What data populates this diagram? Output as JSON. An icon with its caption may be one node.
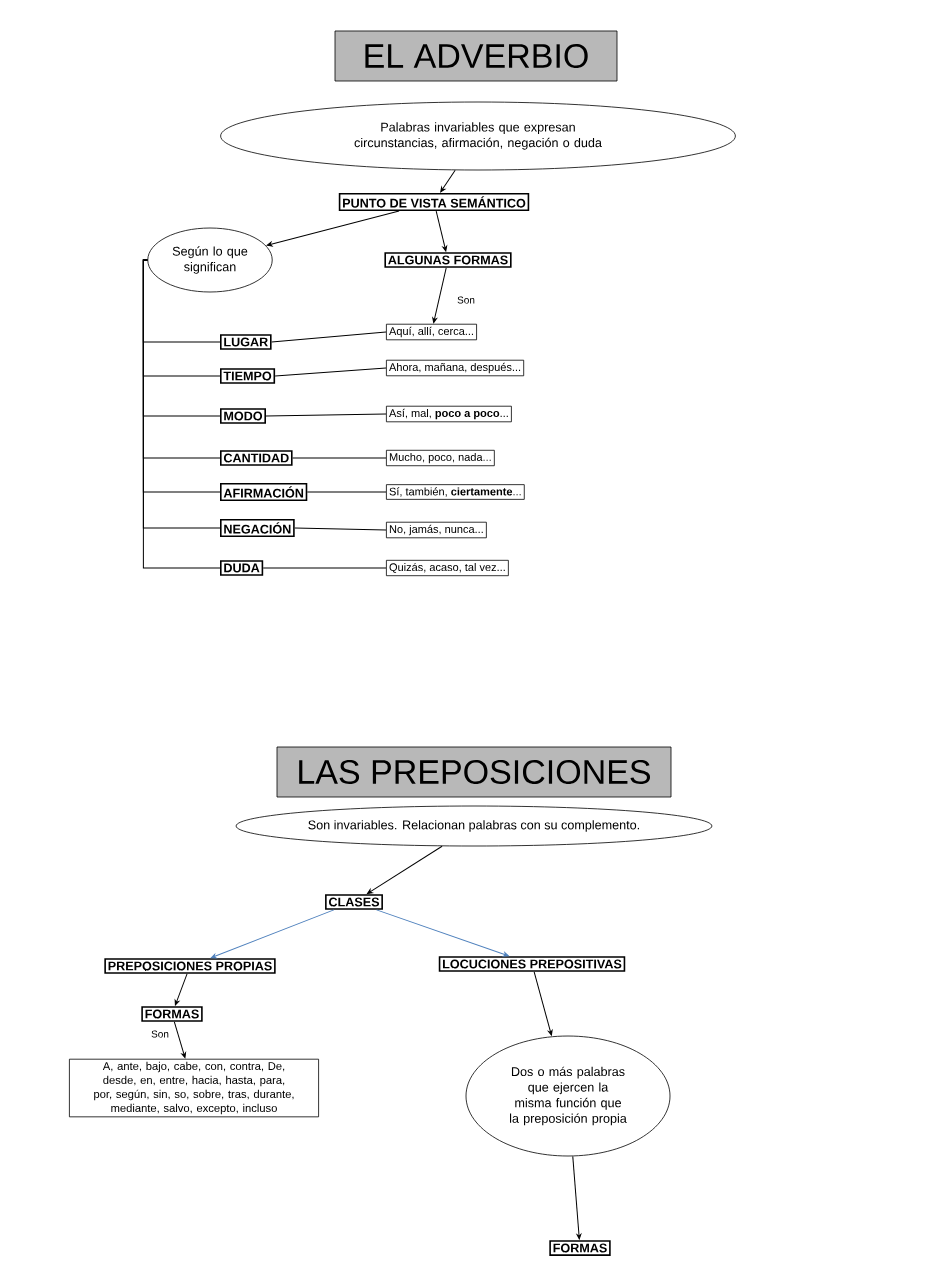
{
  "diagram": {
    "nodes": [
      {
        "text": [
          "EL ADVERBIO"
        ]
      },
      {
        "text": [
          "Palabras invariables que expresan circunstancias, afirmación, negación o duda"
        ]
      },
      {
        "text": [
          "PUNTO DE VISTA SEMÁNTICO"
        ]
      },
      {
        "text": [
          "Según lo que significan"
        ]
      },
      {
        "text": [
          "ALGUNAS FORMAS"
        ]
      },
      {
        "text": [
          "LUGAR"
        ]
      },
      {
        "text": [
          "TIEMPO"
        ]
      },
      {
        "text": [
          "MODO"
        ]
      },
      {
        "text": [
          "CANTIDAD"
        ]
      },
      {
        "text": [
          "AFIRMACIÓN"
        ]
      },
      {
        "text": [
          "NEGACIÓN"
        ]
      },
      {
        "text": [
          "DUDA"
        ]
      },
      {
        "text": [
          "Aquí, allí, cerca..."
        ]
      },
      {
        "text": [
          "Ahora, mañana, después..."
        ]
      },
      {
        "text": [
          "Así, mal, **poco a poco**..."
        ]
      },
      {
        "text": [
          "Mucho, poco, nada..."
        ]
      },
      {
        "text": [
          "Sí, también, **ciertamente**..."
        ]
      },
      {
        "text": [
          "No, jamás, nunca..."
        ]
      },
      {
        "text": [
          "Quizás, acaso, tal vez..."
        ]
      },
      {
        "text": [
          "LAS PREPOSICIONES"
        ]
      },
      {
        "text": [
          "Son invariables. Relacionan palabras con su complemento."
        ]
      },
      {
        "text": [
          "CLASES"
        ]
      },
      {
        "text": [
          "PREPOSICIONES PROPIAS"
        ]
      },
      {
        "text": [
          "LOCUCIONES PREPOSITIVAS"
        ]
      },
      {
        "text": [
          "FORMAS"
        ]
      },
      {
        "text": [
          "A, ante, bajo, cabe, con, contra, De, desde, en, entre, hacia, hasta, para, por, según, sin, so, sobre, tras, durante, mediante, salvo, excepto, incluso"
        ]
      },
      {
        "text": [
          "Dos o más palabras que ejercen la misma función que la preposición propia"
        ]
      },
      {
        "text": [
          "FORMAS"
        ]
      }
    ],
    "edges": [
      {
        "from": 1,
        "to": 2,
        "arrow": "to"
      },
      {
        "from": 2,
        "to": 3,
        "arrow": "to"
      },
      {
        "from": 2,
        "to": 4,
        "arrow": "to"
      },
      {
        "from": 4,
        "to": 12,
        "arrow": "to",
        "label": "Son"
      },
      {
        "from": 3,
        "to": 5,
        "arrow": "none"
      },
      {
        "from": 3,
        "to": 6,
        "arrow": "none"
      },
      {
        "from": 3,
        "to": 7,
        "arrow": "none"
      },
      {
        "from": 3,
        "to": 8,
        "arrow": "none"
      },
      {
        "from": 3,
        "to": 9,
        "arrow": "none"
      },
      {
        "from": 3,
        "to": 10,
        "arrow": "none"
      },
      {
        "from": 3,
        "to": 11,
        "arrow": "none"
      },
      {
        "from": 5,
        "to": 12,
        "arrow": "none"
      },
      {
        "from": 6,
        "to": 13,
        "arrow": "none"
      },
      {
        "from": 7,
        "to": 14,
        "arrow": "none"
      },
      {
        "from": 8,
        "to": 15,
        "arrow": "none"
      },
      {
        "from": 9,
        "to": 16,
        "arrow": "none"
      },
      {
        "from": 10,
        "to": 17,
        "arrow": "none"
      },
      {
        "from": 11,
        "to": 18,
        "arrow": "none"
      },
      {
        "from": 20,
        "to": 21,
        "arrow": "to"
      },
      {
        "from": 21,
        "to": 22,
        "arrow": "to",
        "color": "#4f81bd"
      },
      {
        "from": 21,
        "to": 23,
        "arrow": "to",
        "color": "#4f81bd"
      },
      {
        "from": 22,
        "to": 24,
        "arrow": "to"
      },
      {
        "from": 24,
        "to": 25,
        "arrow": "to",
        "label": "Son"
      },
      {
        "from": 23,
        "to": 26,
        "arrow": "to"
      },
      {
        "from": 26,
        "to": 27,
        "arrow": "to"
      }
    ]
  }
}
